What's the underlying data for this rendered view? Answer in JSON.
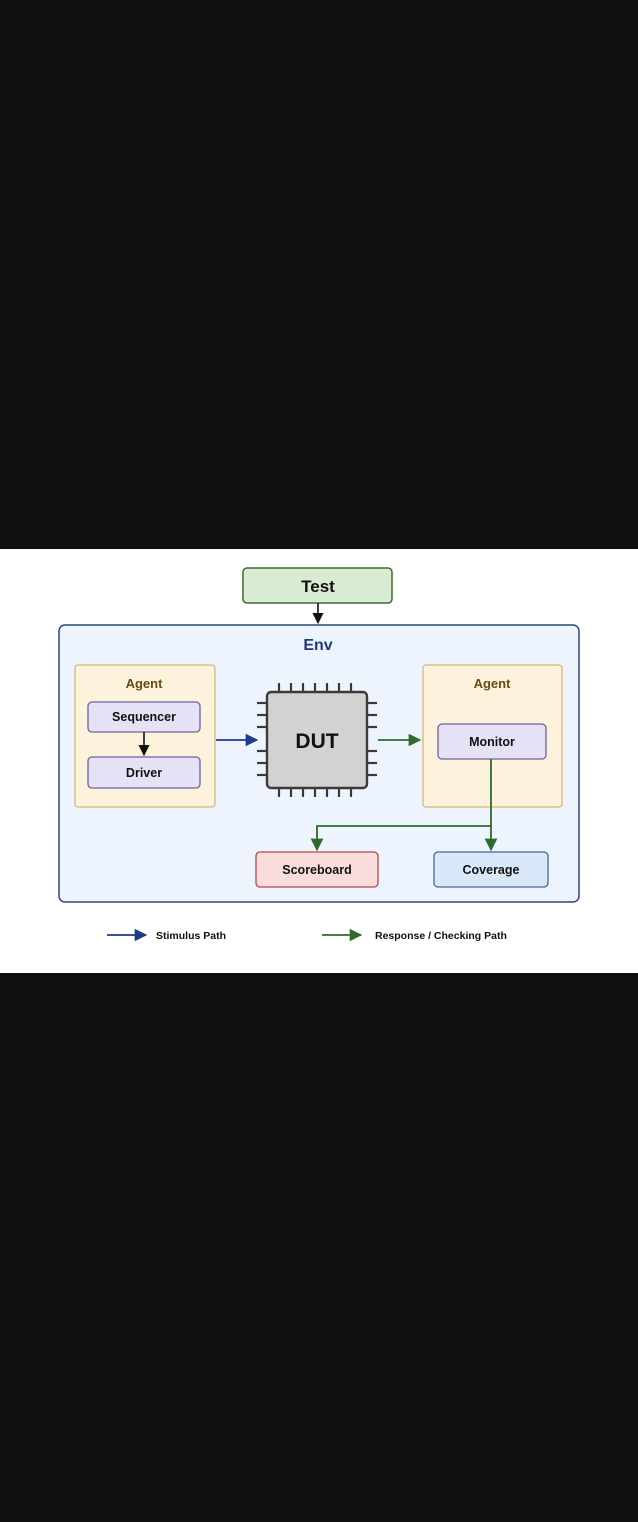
{
  "test": {
    "label": "Test"
  },
  "env": {
    "label": "Env"
  },
  "agent_left": {
    "label": "Agent",
    "sequencer": "Sequencer",
    "driver": "Driver"
  },
  "dut": {
    "label": "DUT"
  },
  "agent_right": {
    "label": "Agent",
    "monitor": "Monitor"
  },
  "scoreboard": {
    "label": "Scoreboard"
  },
  "coverage": {
    "label": "Coverage"
  },
  "legend": {
    "stimulus": "Stimulus Path",
    "response": "Response / Checking Path"
  },
  "colors": {
    "stimulus": "#1f3a8a",
    "response": "#2e6b2e",
    "test_fill": "#d9ecd3",
    "env_fill": "#eef4fd",
    "agent_fill": "#fdf3dc",
    "component_fill": "#e6e2f6",
    "scoreboard_fill": "#f9dddd",
    "coverage_fill": "#d9e8f8",
    "dut_fill": "#d2d2d2"
  }
}
